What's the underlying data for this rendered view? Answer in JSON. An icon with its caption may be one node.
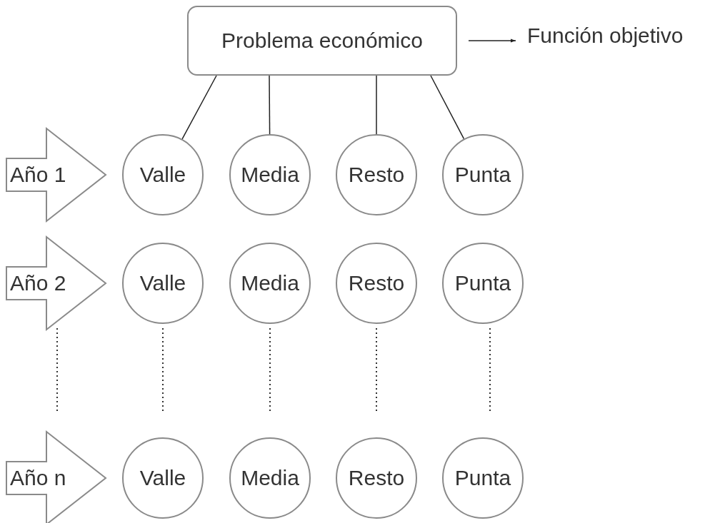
{
  "diagram": {
    "nodes": [
      {
        "text": [
          "Problema económico"
        ]
      },
      {
        "text": [
          "Función objetivo"
        ]
      },
      {
        "text": [
          "Año 1"
        ]
      },
      {
        "text": [
          "Valle"
        ]
      },
      {
        "text": [
          "Media"
        ]
      },
      {
        "text": [
          "Resto"
        ]
      },
      {
        "text": [
          "Punta"
        ]
      },
      {
        "text": [
          "Año 2"
        ]
      },
      {
        "text": [
          "Valle"
        ]
      },
      {
        "text": [
          "Media"
        ]
      },
      {
        "text": [
          "Resto"
        ]
      },
      {
        "text": [
          "Punta"
        ]
      },
      {
        "text": [
          "Año n"
        ]
      },
      {
        "text": [
          "Valle"
        ]
      },
      {
        "text": [
          "Media"
        ]
      },
      {
        "text": [
          "Resto"
        ]
      },
      {
        "text": [
          "Punta"
        ]
      }
    ],
    "edges": [
      {
        "from": 0,
        "to": 1,
        "arrow": "to"
      },
      {
        "from": 0,
        "to": 3,
        "arrow": "none"
      },
      {
        "from": 0,
        "to": 4,
        "arrow": "none"
      },
      {
        "from": 0,
        "to": 5,
        "arrow": "none"
      },
      {
        "from": 0,
        "to": 6,
        "arrow": "none"
      }
    ]
  }
}
